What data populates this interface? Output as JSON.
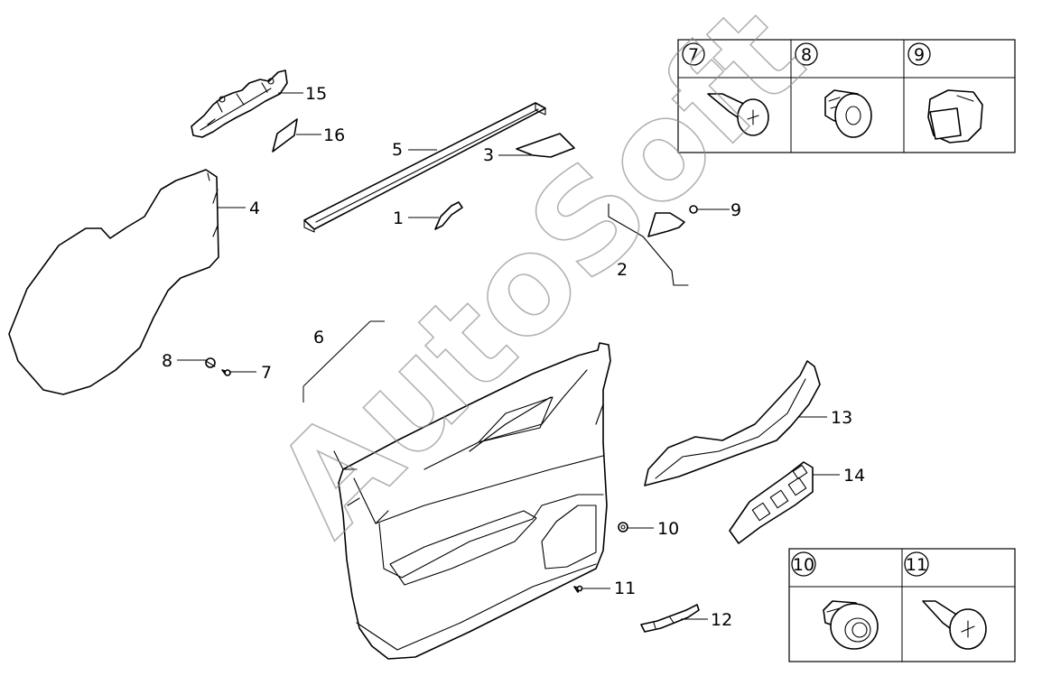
{
  "callouts": [
    "1",
    "2",
    "3",
    "4",
    "5",
    "6",
    "7",
    "8",
    "9",
    "10",
    "11",
    "12",
    "13",
    "14",
    "15",
    "16"
  ],
  "legend_top": {
    "cells": [
      {
        "number": "7",
        "icon": "push-pin-clip-icon"
      },
      {
        "number": "8",
        "icon": "grommet-clip-icon"
      },
      {
        "number": "9",
        "icon": "retainer-clip-icon"
      }
    ]
  },
  "legend_bottom": {
    "cells": [
      {
        "number": "10",
        "icon": "grommet-clip-icon"
      },
      {
        "number": "11",
        "icon": "push-pin-clip-icon"
      }
    ]
  },
  "watermark": "AutoSoft"
}
